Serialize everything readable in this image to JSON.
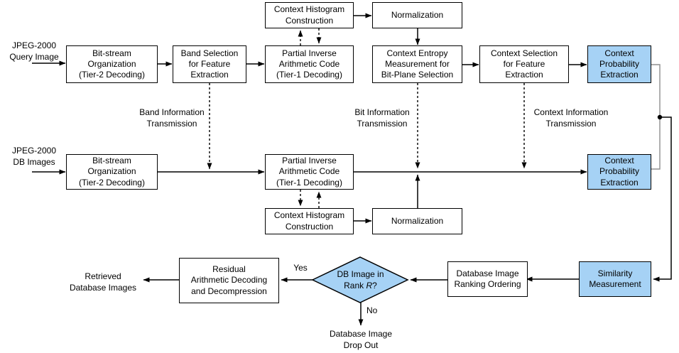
{
  "title": "JPEG-2000 compressed-domain image retrieval flowchart",
  "colors": {
    "accent_blue": "#A6D2F5",
    "line_black": "#000000",
    "line_gray": "#8f8f8f",
    "background": "#ffffff"
  },
  "inputs": {
    "query": "JPEG-2000\nQuery Image",
    "db": "JPEG-2000\nDB Images"
  },
  "boxes": {
    "context_histogram_query": "Context Histogram\nConstruction",
    "normalization_query": "Normalization",
    "bitstream_query": "Bit-stream\nOrganization\n(Tier-2 Decoding)",
    "band_selection": "Band Selection\nfor Feature\nExtraction",
    "partial_inverse_query": "Partial Inverse\nArithmetic Code\n(Tier-1 Decoding)",
    "context_entropy": "Context Entropy\nMeasurement for\nBit-Plane Selection",
    "context_selection": "Context Selection\nfor Feature\nExtraction",
    "context_probability_query": "Context\nProbability\nExtraction",
    "bitstream_db": "Bit-stream\nOrganization\n(Tier-2 Decoding)",
    "partial_inverse_db": "Partial Inverse\nArithmetic Code\n(Tier-1 Decoding)",
    "context_probability_db": "Context\nProbability\nExtraction",
    "context_histogram_db": "Context Histogram\nConstruction",
    "normalization_db": "Normalization",
    "residual_decoding": "Residual\nArithmetic Decoding\nand Decompression",
    "ranking_ordering": "Database Image\nRanking Ordering",
    "similarity": "Similarity\nMeasurement"
  },
  "decision": {
    "line1": "DB Image in",
    "line2_prefix": "Rank ",
    "line2_var": "R",
    "line2_suffix": "?"
  },
  "transmission_labels": {
    "band": "Band Information\nTransmission",
    "bit": "Bit Information\nTransmission",
    "context": "Context Information\nTransmission"
  },
  "branch_labels": {
    "yes": "Yes",
    "no": "No"
  },
  "outputs": {
    "retrieved": "Retrieved\nDatabase Images",
    "drop_out": "Database Image\nDrop Out"
  }
}
